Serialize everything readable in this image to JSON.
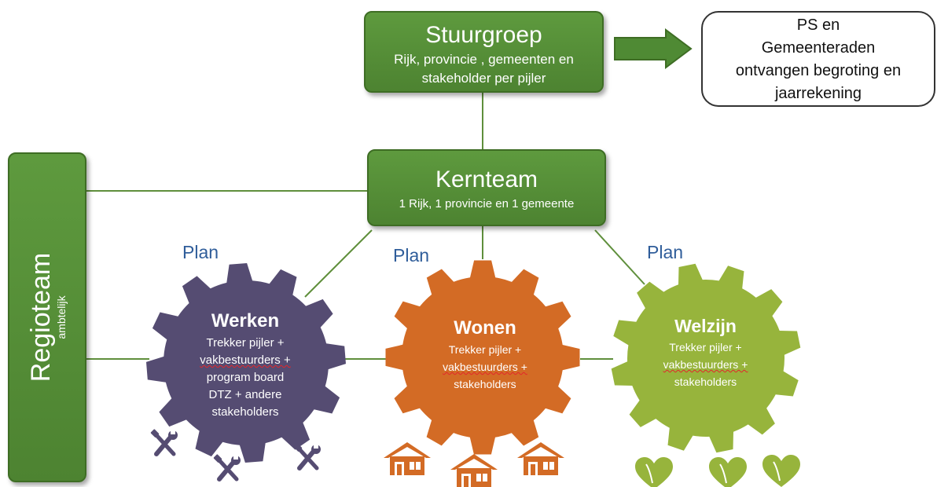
{
  "colors": {
    "green_box": "#4f8a34",
    "gear_werken": "#554c72",
    "gear_wonen": "#d36b25",
    "gear_welzijn": "#97b43c",
    "plan_text": "#2f5d9a",
    "connector": "#5f8f3c"
  },
  "stuurgroep": {
    "title": "Stuurgroep",
    "subtitle": "Rijk, provincie , gemeenten en stakeholder per pijler"
  },
  "ps_box": {
    "line1": "PS en",
    "line2": "Gemeenteraden",
    "line3": "ontvangen begroting en",
    "line4": "jaarrekening"
  },
  "kernteam": {
    "title": "Kernteam",
    "subtitle": "1 Rijk, 1 provincie en 1 gemeente"
  },
  "regioteam": {
    "title": "Regioteam",
    "subtitle": "ambtelijk"
  },
  "pillars": {
    "werken": {
      "plan": "Plan",
      "title": "Werken",
      "line1": "Trekker pijler +",
      "line2": "vakbestuurders +",
      "line3": "program board",
      "line4": "DTZ + andere",
      "line5": "stakeholders",
      "icon": "tools-icon"
    },
    "wonen": {
      "plan": "Plan",
      "title": "Wonen",
      "line1": "Trekker pijler +",
      "line2": "vakbestuurders +",
      "line3": "stakeholders",
      "icon": "house-icon"
    },
    "welzijn": {
      "plan": "Plan",
      "title": "Welzijn",
      "line1": "Trekker pijler +",
      "line2": "vakbestuurders +",
      "line3": "stakeholders",
      "icon": "heart-icon"
    }
  }
}
